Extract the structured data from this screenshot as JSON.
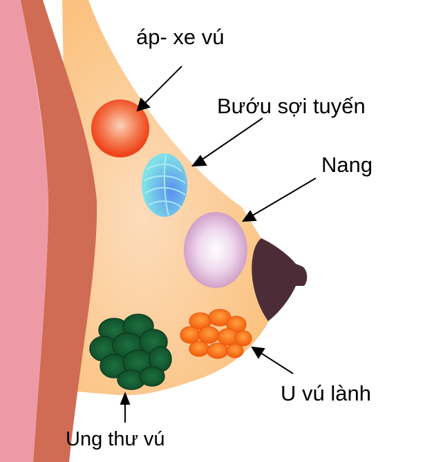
{
  "labels": {
    "abscess": "áp- xe vú",
    "fibroadenoma": "Bướu sợi tuyến",
    "cyst": "Nang",
    "benign_tumor": "U vú lành",
    "cancer": "Ung thư vú"
  },
  "colors": {
    "skin_pink": "#ee9aa6",
    "muscle": "#cf6c53",
    "breast_tissue": "#fbc88f",
    "nipple": "#4c2d37",
    "abscess": "#f2542a",
    "fibroadenoma": "#6a9cf0",
    "cyst": "#d6a6d0",
    "benign_tumor": "#ff7a1a",
    "cancer": "#1a5e34"
  }
}
